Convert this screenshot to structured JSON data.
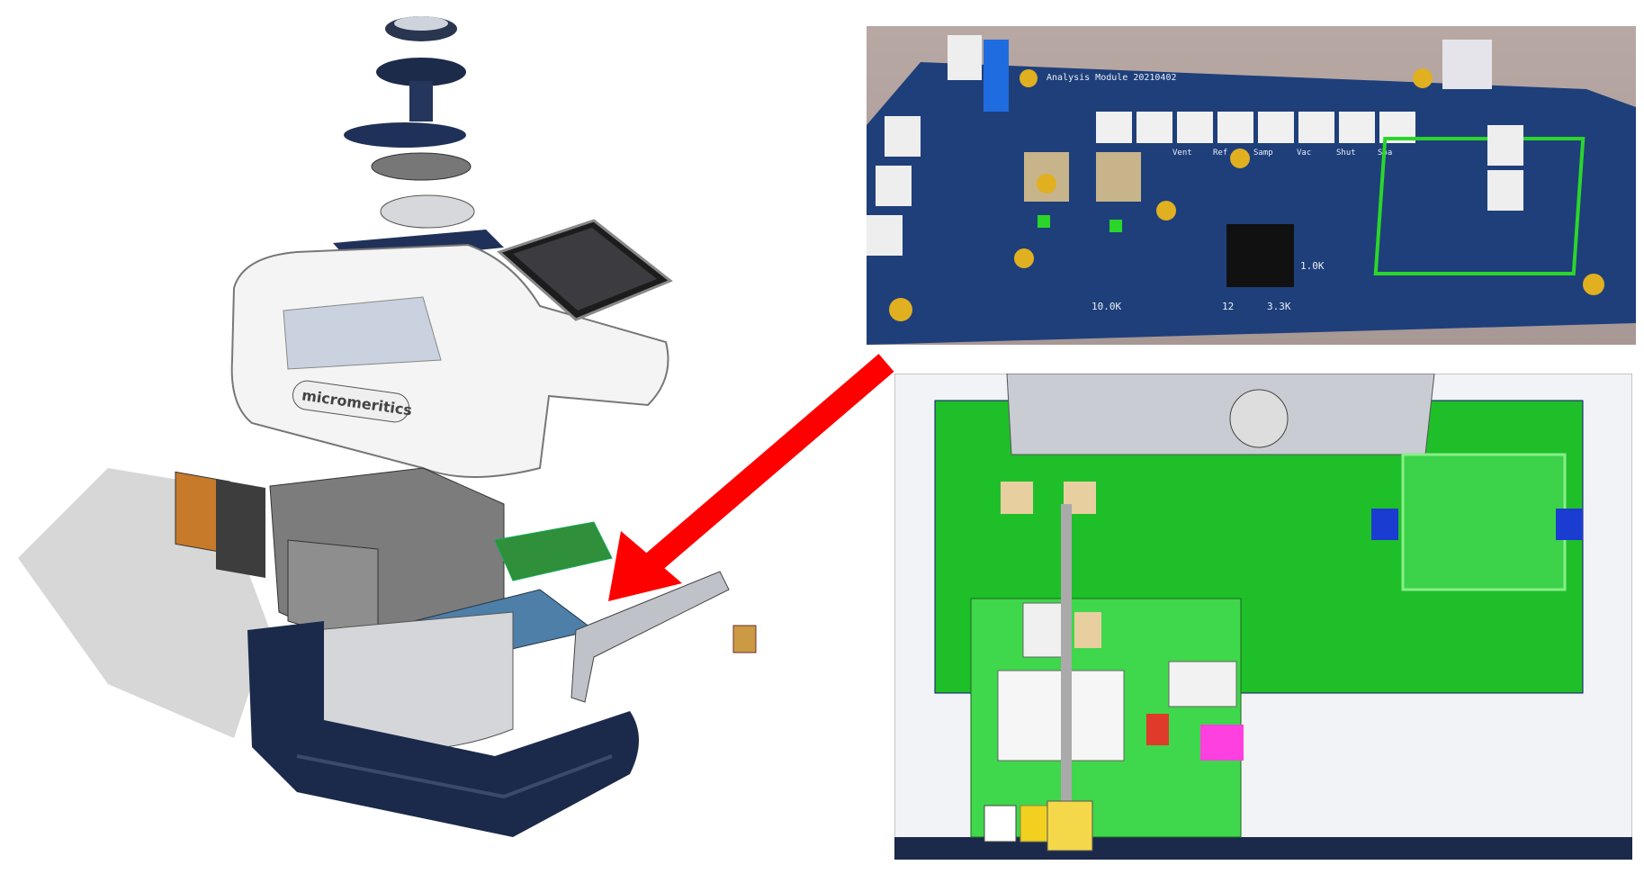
{
  "device": {
    "brand_logo": "micromeritics"
  },
  "pcb_render": {
    "board_title": "Analysis Module 20210402",
    "connector_labels": [
      "Vent",
      "Ref",
      "Samp",
      "Vac",
      "Shut",
      "Spa"
    ],
    "component_labels": [
      "10.0K",
      "12",
      "3.3K",
      "1.0K"
    ],
    "colors": {
      "board": "#1f3f7a",
      "pad": "#e0b020",
      "connector": "#f0f0f0",
      "highlight": "#2bd62b"
    }
  },
  "assembly_view": {
    "colors": {
      "board": "#1fbf2a",
      "chassis": "#e6e8ee",
      "frame": "#1b2a4a"
    }
  },
  "annotation": {
    "arrow_color": "#ff0000"
  }
}
